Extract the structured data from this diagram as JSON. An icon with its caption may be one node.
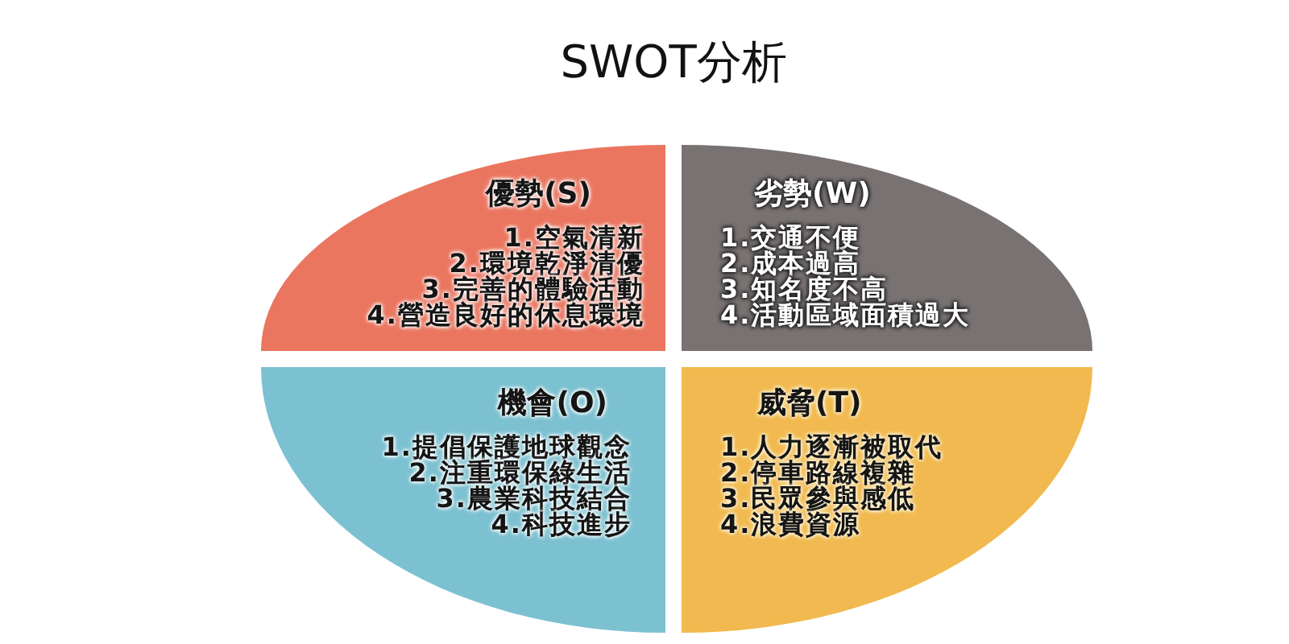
{
  "diagram": {
    "title": "SWOT分析",
    "nodes": [
      {
        "text": [
          "優勢(S)",
          "1.空氣清新",
          "2.環境乾淨清優",
          "3.完善的體驗活動",
          "4.營造良好的休息環境"
        ]
      },
      {
        "text": [
          "劣勢(W)",
          "1.交通不便",
          "2.成本過高",
          "3.知名度不高",
          "4.活動區域面積過大"
        ]
      },
      {
        "text": [
          "機會(O)",
          "1.提倡保護地球觀念",
          "2.注重環保綠生活",
          "3.農業科技結合",
          "4.科技進步"
        ]
      },
      {
        "text": [
          "威脅(T)",
          "1.人力逐漸被取代",
          "2.停車路線複雜",
          "3.民眾參與感低",
          "4.浪費資源"
        ]
      }
    ]
  }
}
